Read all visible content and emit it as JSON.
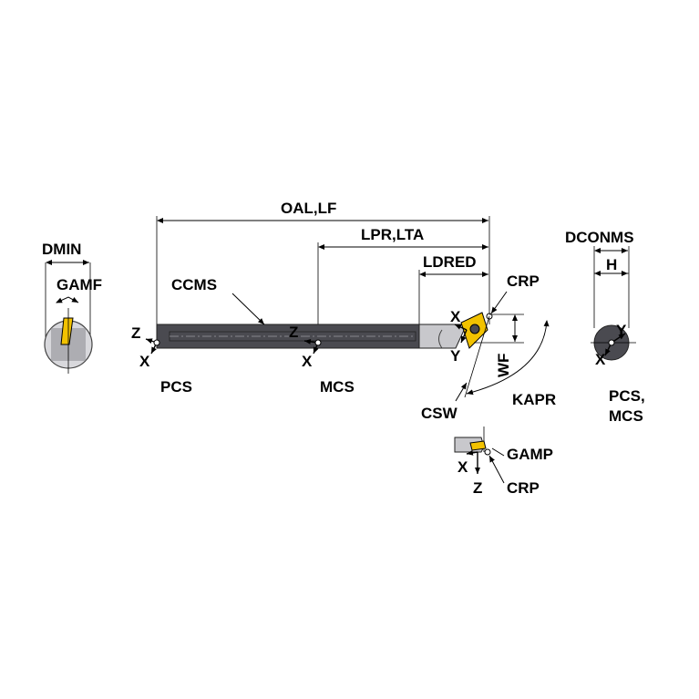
{
  "labels": {
    "oal_lf": "OAL,LF",
    "lpr_lta": "LPR,LTA",
    "ldred": "LDRED",
    "crp_top": "CRP",
    "ccms": "CCMS",
    "dmin": "DMIN",
    "gamf": "GAMF",
    "dconms": "DCONMS",
    "h": "H",
    "wf": "WF",
    "kapr": "KAPR",
    "csw": "CSW",
    "gamp": "GAMP",
    "crp_bottom": "CRP",
    "pcs": "PCS",
    "mcs": "MCS",
    "pcs_mcs_line1": "PCS,",
    "pcs_mcs_line2": "MCS"
  },
  "axes": {
    "z": "Z",
    "x": "X",
    "y": "Y"
  },
  "colors": {
    "bar_dark": "#4a4a50",
    "bar_mid": "#6a6a70",
    "head_light": "#c8c8cc",
    "insert_yellow": "#f2c200",
    "background": "#ffffff"
  }
}
